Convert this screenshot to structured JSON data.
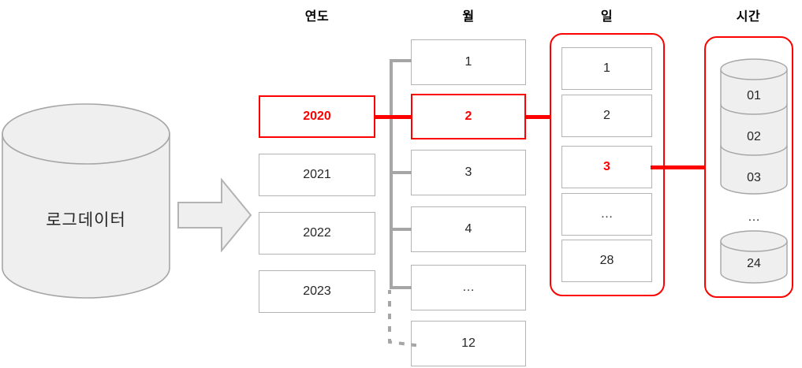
{
  "diagram": {
    "title_source": "로그데이터",
    "columns": [
      {
        "key": "year",
        "header": "연도"
      },
      {
        "key": "month",
        "header": "월"
      },
      {
        "key": "day",
        "header": "일"
      },
      {
        "key": "hour",
        "header": "시간"
      }
    ]
  },
  "source": {
    "label": "로그데이터",
    "shape": "cylinder",
    "arrow": "right-arrow"
  },
  "year": {
    "header": "연도",
    "items": [
      {
        "label": "2020",
        "selected": true
      },
      {
        "label": "2021",
        "selected": false
      },
      {
        "label": "2022",
        "selected": false
      },
      {
        "label": "2023",
        "selected": false
      }
    ]
  },
  "month": {
    "header": "월",
    "items": [
      {
        "label": "1",
        "selected": false
      },
      {
        "label": "2",
        "selected": true
      },
      {
        "label": "3",
        "selected": false
      },
      {
        "label": "4",
        "selected": false
      },
      {
        "label": "…",
        "selected": false
      },
      {
        "label": "12",
        "selected": false
      }
    ]
  },
  "day": {
    "header": "일",
    "grouped": true,
    "items": [
      {
        "label": "1",
        "selected": false
      },
      {
        "label": "2",
        "selected": false
      },
      {
        "label": "3",
        "selected": true
      },
      {
        "label": "…",
        "selected": false
      },
      {
        "label": "28",
        "selected": false
      }
    ]
  },
  "hour": {
    "header": "시간",
    "grouped": true,
    "items": [
      {
        "label": "01",
        "selected": false
      },
      {
        "label": "02",
        "selected": false
      },
      {
        "label": "03",
        "selected": false
      },
      {
        "label": "…",
        "selected": false
      },
      {
        "label": "24",
        "selected": false
      }
    ]
  },
  "colors": {
    "highlight": "#ff0000",
    "box_border": "#b3b3b3",
    "connector": "#a6a6a6",
    "cylinder_fill": "#efefef",
    "cylinder_stroke": "#a6a6a6",
    "text": "#262626"
  }
}
